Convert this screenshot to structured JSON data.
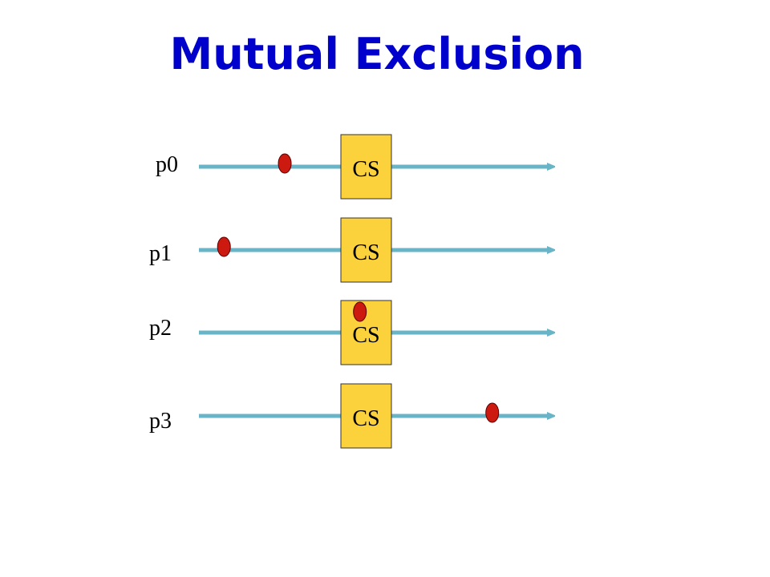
{
  "title": "Mutual Exclusion",
  "colors": {
    "title": "#0000cc",
    "timeline": "#6ab4c8",
    "cs_box": "#fbd23c",
    "token": "#cc1a10"
  },
  "processes": [
    {
      "name": "p0",
      "cs_label": "CS",
      "token_position": 0.24
    },
    {
      "name": "p1",
      "cs_label": "CS",
      "token_position": 0.07
    },
    {
      "name": "p2",
      "cs_label": "CS",
      "token_position": 0.45
    },
    {
      "name": "p3",
      "cs_label": "CS",
      "token_position": 0.82
    }
  ]
}
